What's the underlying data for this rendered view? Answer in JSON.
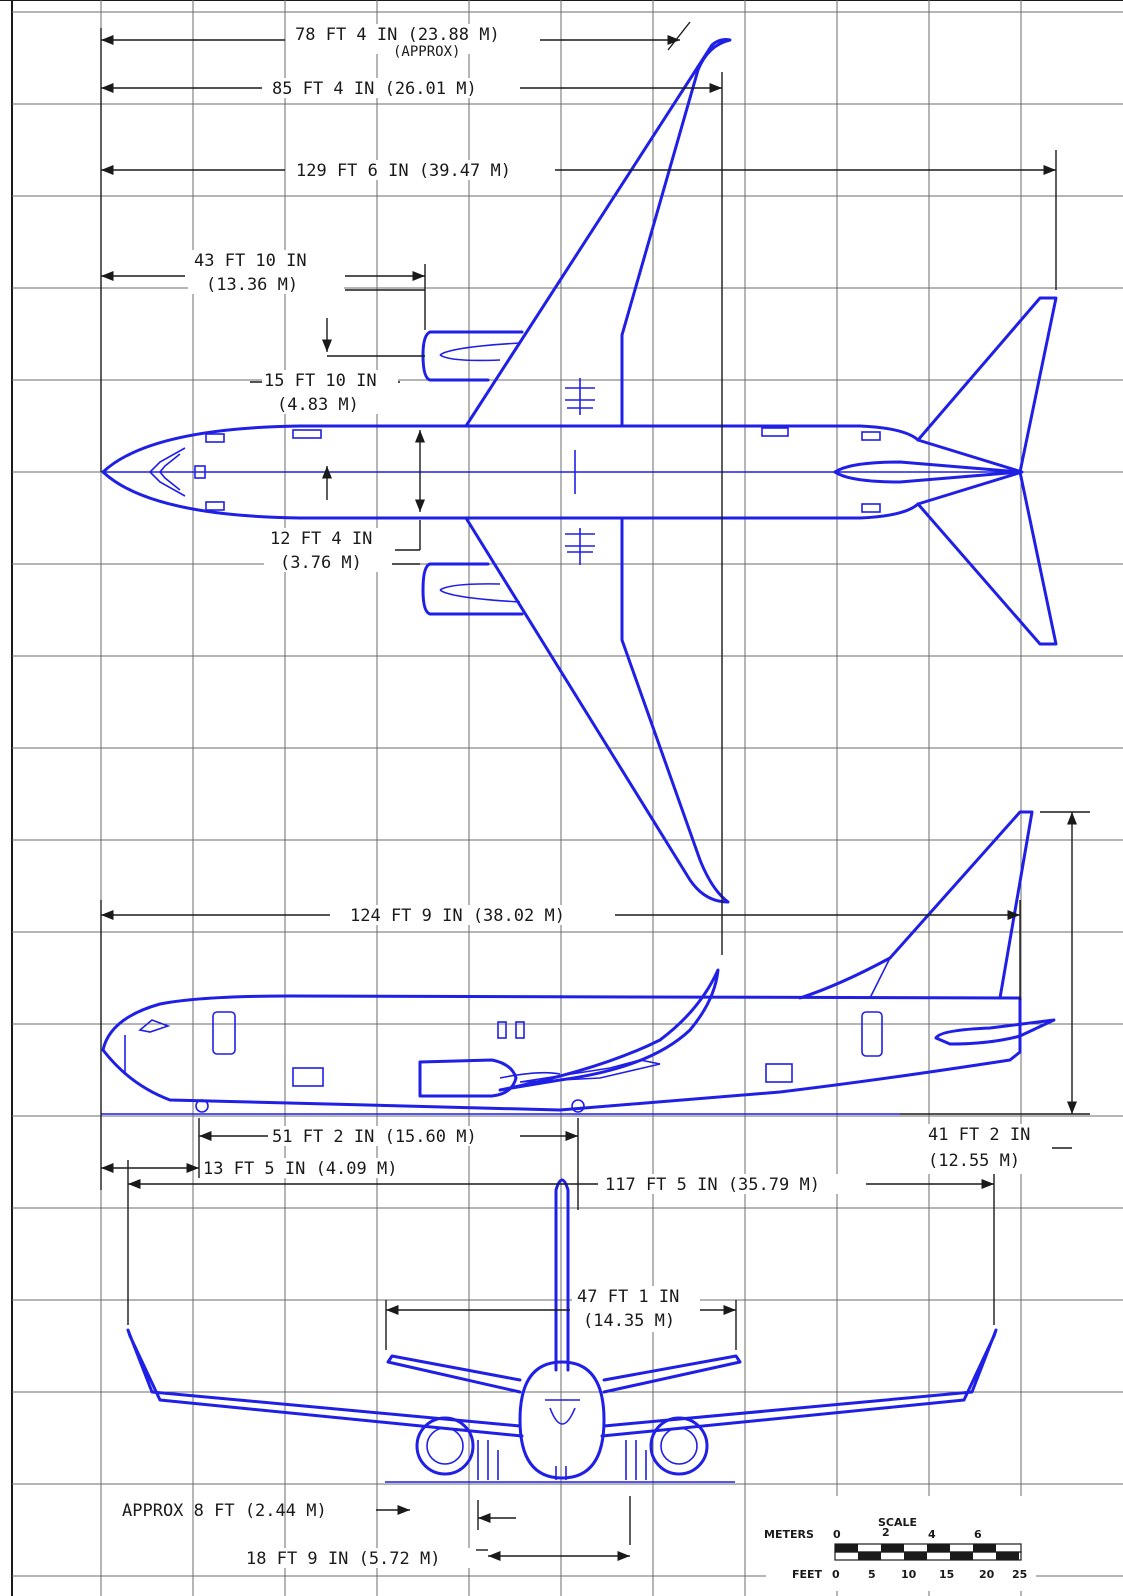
{
  "colors": {
    "aircraft": "#1f1fe6",
    "grid": "#6b6b6b",
    "ink": "#1a1a1a",
    "background": "#ffffff"
  },
  "dimensions": {
    "span_approx": "78 FT 4 IN (23.88 M)",
    "span_approx_note": "(APPROX)",
    "stab_to_nose": "85 FT 4 IN (26.01 M)",
    "overall_length": "129 FT 6 IN (39.47 M)",
    "engine_position": "43 FT 10 IN",
    "engine_position_m": "(13.36 M)",
    "engine_offset": "15 FT 10 IN",
    "engine_offset_m": "(4.83 M)",
    "fuselage_width": "12 FT 4 IN",
    "fuselage_width_m": "(3.76 M)",
    "fuselage_length": "124 FT 9 IN (38.02 M)",
    "wheelbase": "51 FT 2 IN (15.60 M)",
    "nose_gear": "13 FT 5 IN (4.09 M)",
    "height": "41 FT 2 IN",
    "height_m": "(12.55 M)",
    "wingspan": "117 FT 5 IN (35.79 M)",
    "tailplane_span": "47 FT 1 IN",
    "tailplane_span_m": "(14.35 M)",
    "ground_clearance": "APPROX 8 FT (2.44 M)",
    "track": "18 FT 9 IN (5.72 M)"
  },
  "scale": {
    "title": "SCALE",
    "meters_label": "METERS",
    "meters_ticks": [
      "0",
      "2",
      "4",
      "6"
    ],
    "feet_label": "FEET",
    "feet_ticks": [
      "0",
      "5",
      "10",
      "15",
      "20",
      "25"
    ]
  }
}
